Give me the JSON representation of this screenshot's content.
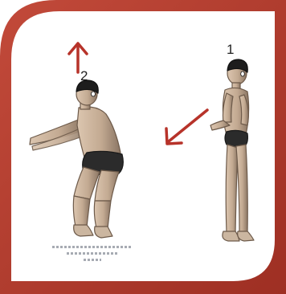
{
  "illustration": {
    "frame_color": "#b53a2c",
    "inner_background": "#ffffff",
    "skin_tone": "#c9b29c",
    "arrow_color": "#b7332a",
    "steps": [
      {
        "number": "1",
        "pose": "standing"
      },
      {
        "number": "2",
        "pose": "squatting"
      }
    ]
  }
}
